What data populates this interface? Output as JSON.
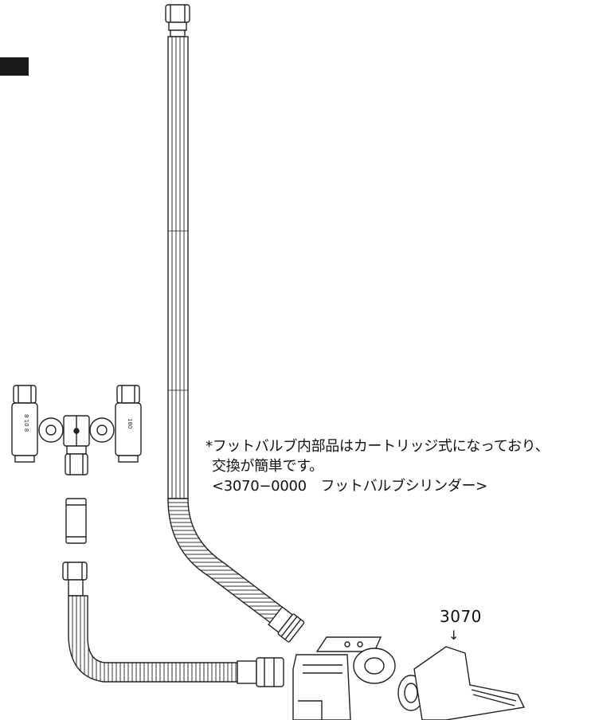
{
  "note": {
    "line1": "*フットバルブ内部品はカートリッジ式になっており、",
    "line2": "交換が簡単です。",
    "line3": "<3070−0000　フットバルブシリンダー>"
  },
  "part": {
    "number": "3070",
    "arrow": "↓"
  },
  "valve_markings": {
    "left": "8 10 8",
    "right": "180"
  },
  "colors": {
    "line": "#222222",
    "tab": "#1a1a1a",
    "background": "#ffffff"
  }
}
